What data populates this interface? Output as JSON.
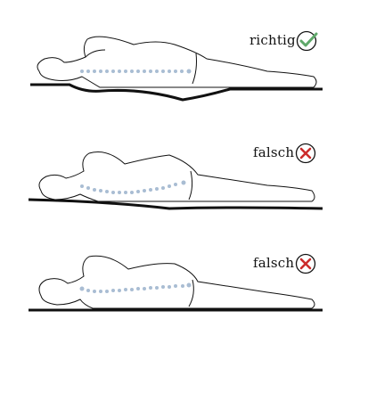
{
  "panels": [
    {
      "label": "richtig",
      "status": "correct",
      "icon": "check-icon",
      "status_color": "#5fa86a"
    },
    {
      "label": "falsch",
      "status": "wrong",
      "icon": "x-icon",
      "status_color": "#cc2b2b"
    },
    {
      "label": "falsch",
      "status": "wrong",
      "icon": "x-icon",
      "status_color": "#cc2b2b"
    }
  ],
  "colors": {
    "outline": "#111111",
    "spine": "#a9bdd3"
  }
}
